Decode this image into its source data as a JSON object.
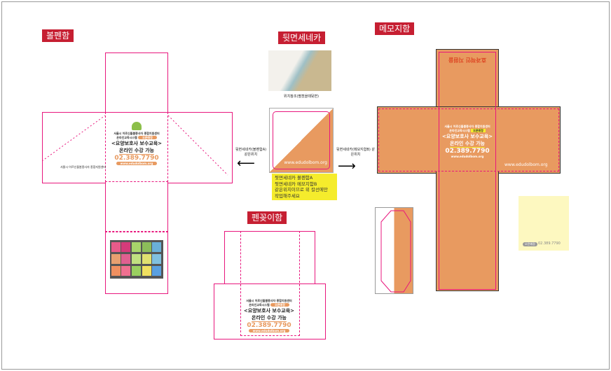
{
  "labels": {
    "pen_box": "볼펜함",
    "back_card": "뒷면세네카",
    "memo_box": "메모지함",
    "pen_holder": "펜꽂이함"
  },
  "card": {
    "line1": "서울시 어르신돌봄종사자 종합지원센터",
    "line2": "온라인교육시스템",
    "tag": "오픈예정",
    "title1": "<요양보호사 보수교육>",
    "title2": "온라인 수강 가능",
    "phone": "02.389.7790",
    "url": "www.edudolbom.org"
  },
  "memo_top_mirrored": "효과적인 지원을",
  "back_card": {
    "photo_caption": "위치참조(펼쳤을때뒷면)",
    "url": "www.edudolbom.org",
    "left_arrow_label": "뒷면세네카(볼펜함A) 같은위치",
    "right_arrow_label": "뒷면세네카(메모지함B) 같은위치",
    "note": [
      "뒷면세네카 볼펜함A",
      "뒷면세네카 메모지함B",
      "같은위치이므로  위 칼선에만",
      "작업해주세요"
    ]
  },
  "sticky": {
    "tag": "오픈예정",
    "phone": "02.389.7790"
  },
  "colors": {
    "accent": "#e8177d",
    "orange": "#e89a60",
    "label": "#c61f32",
    "yellow": "#f5ec2c"
  }
}
